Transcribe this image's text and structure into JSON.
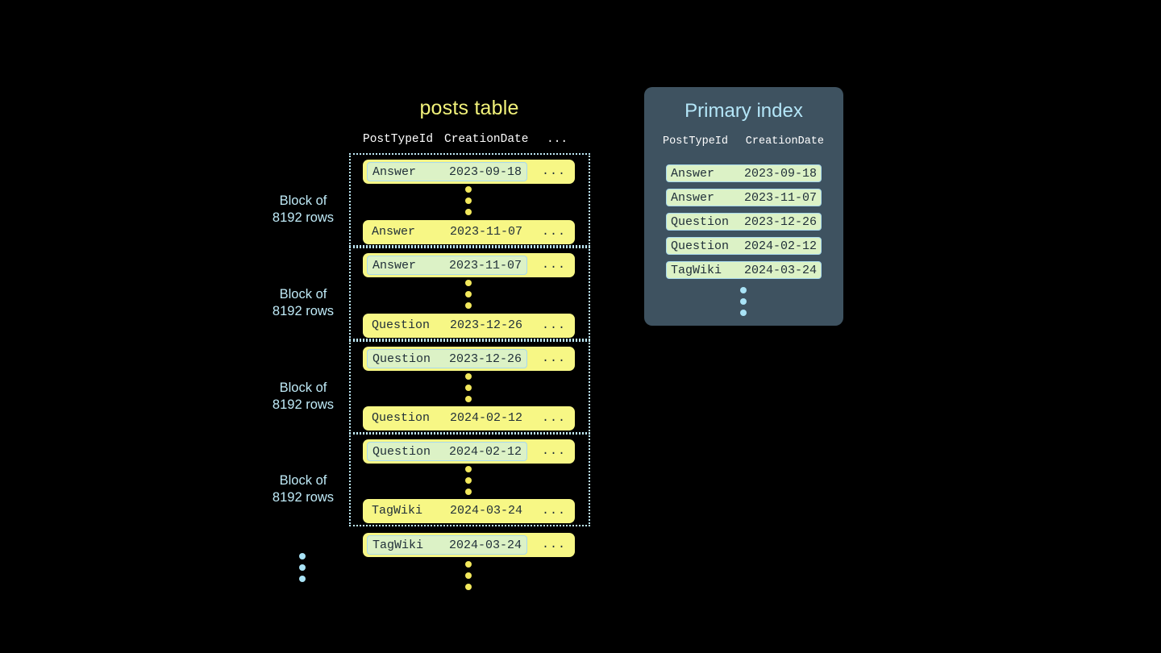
{
  "posts_table": {
    "title": "posts table",
    "headers": {
      "post_type_id": "PostTypeId",
      "creation_date": "CreationDate",
      "more": "..."
    },
    "row_more": "...",
    "blocks": [
      {
        "label_line1": "Block of",
        "label_line2": "8192 rows",
        "first_row": {
          "post_type_id": "Answer",
          "creation_date": "2023-09-18",
          "highlighted": true
        },
        "last_row": {
          "post_type_id": "Answer",
          "creation_date": "2023-11-07",
          "highlighted": false
        }
      },
      {
        "label_line1": "Block of",
        "label_line2": "8192 rows",
        "first_row": {
          "post_type_id": "Answer",
          "creation_date": "2023-11-07",
          "highlighted": true
        },
        "last_row": {
          "post_type_id": "Question",
          "creation_date": "2023-12-26",
          "highlighted": false
        }
      },
      {
        "label_line1": "Block of",
        "label_line2": "8192 rows",
        "first_row": {
          "post_type_id": "Question",
          "creation_date": "2023-12-26",
          "highlighted": true
        },
        "last_row": {
          "post_type_id": "Question",
          "creation_date": "2024-02-12",
          "highlighted": false
        }
      },
      {
        "label_line1": "Block of",
        "label_line2": "8192 rows",
        "first_row": {
          "post_type_id": "Question",
          "creation_date": "2024-02-12",
          "highlighted": true
        },
        "last_row": {
          "post_type_id": "TagWiki",
          "creation_date": "2024-03-24",
          "highlighted": false
        }
      }
    ],
    "trailing_row": {
      "post_type_id": "TagWiki",
      "creation_date": "2024-03-24",
      "highlighted": true
    }
  },
  "primary_index": {
    "title": "Primary index",
    "headers": {
      "post_type_id": "PostTypeId",
      "creation_date": "CreationDate"
    },
    "rows": [
      {
        "post_type_id": "Answer",
        "creation_date": "2023-09-18"
      },
      {
        "post_type_id": "Answer",
        "creation_date": "2023-11-07"
      },
      {
        "post_type_id": "Question",
        "creation_date": "2023-12-26"
      },
      {
        "post_type_id": "Question",
        "creation_date": "2024-02-12"
      },
      {
        "post_type_id": "TagWiki",
        "creation_date": "2024-03-24"
      }
    ]
  },
  "colors": {
    "background": "#000000",
    "row_yellow": "#f7f785",
    "highlight_green": "#dcf2c6",
    "highlight_border": "#a9d9ec",
    "block_border": "#bfe9f7",
    "label_blue": "#bfeaf7",
    "title_yellow": "#f2f27a",
    "panel_slate": "#3e5260",
    "panel_title": "#b4e6f8",
    "dot_yellow": "#f2e85c",
    "dot_blue": "#a9e3f6",
    "text_dark": "#1f2e38",
    "header_white": "#ffffff"
  }
}
